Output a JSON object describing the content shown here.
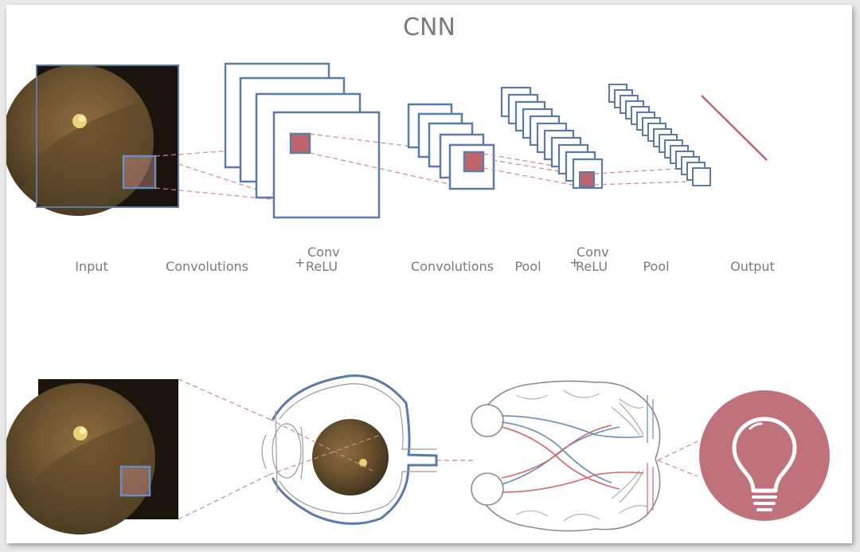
{
  "title": "CNN",
  "labels": {
    "input": "Input",
    "convolutions_1": "Convolutions",
    "conv_relu_1_plus": "+",
    "conv_relu_1_top": "Conv",
    "conv_relu_1_bottom": "ReLU",
    "convolutions_2": "Convolutions",
    "pool_1": "Pool",
    "conv_relu_2_plus": "+",
    "conv_relu_2_top": "Conv",
    "conv_relu_2_bottom": "ReLU",
    "pool_2": "Pool",
    "output": "Output"
  },
  "colors": {
    "frame_blue": "#5a7aa8",
    "patch_red": "#c0646c",
    "dash_red": "#c98a8e",
    "bulb_bg": "#c0727a",
    "brain_stroke": "#8c8c8c",
    "nerve_blue": "#6a8bb8",
    "nerve_red": "#cc6a72"
  },
  "icons": {
    "bulb": "lightbulb-icon",
    "eye": "eye-icon",
    "brain": "brain-icon"
  }
}
